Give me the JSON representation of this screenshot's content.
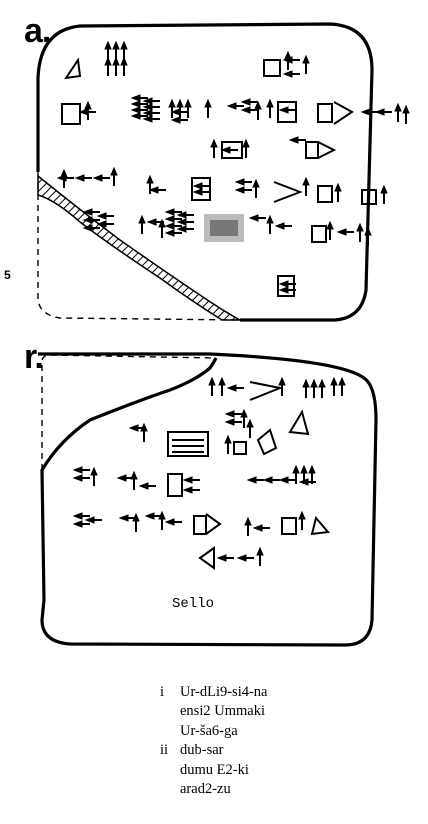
{
  "obverse_label": "a.",
  "reverse_label": "r.",
  "line_number": "5",
  "seal_label": "Sello",
  "transliteration": [
    {
      "column": "i",
      "text": "Ur-dLi9-si4-na"
    },
    {
      "column": "",
      "text": "ensi2 Ummaki"
    },
    {
      "column": "",
      "text": "Ur-ša6-ga"
    },
    {
      "column": "ii",
      "text": "dub-sar"
    },
    {
      "column": "",
      "text": "dumu E2-ki"
    },
    {
      "column": "",
      "text": "arad2-zu"
    }
  ]
}
